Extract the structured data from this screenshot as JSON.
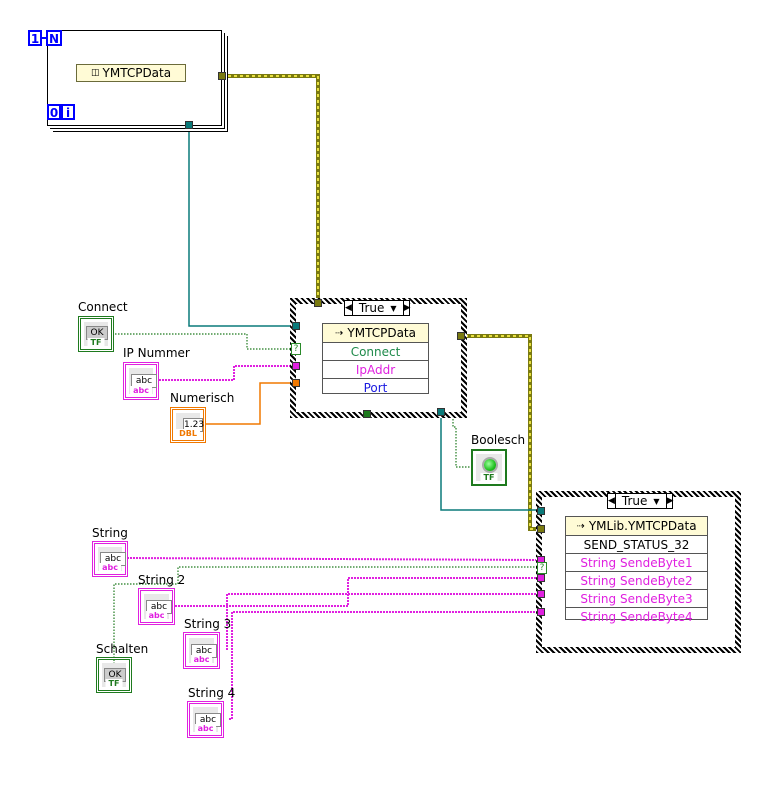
{
  "for_loop": {
    "count_constant": "1",
    "count_terminal": "N",
    "iteration_value": "0",
    "iteration_terminal": "i",
    "cluster_constant_label": "YMTCPData"
  },
  "case_structure_1": {
    "selector_value": "True",
    "unbundle": {
      "header": "YMTCPData",
      "fields": [
        {
          "name": "Connect",
          "color": "#1e8a4a"
        },
        {
          "name": "IpAddr",
          "color": "#e020e0"
        },
        {
          "name": "Port",
          "color": "#1a1ae0"
        }
      ]
    }
  },
  "case_structure_2": {
    "selector_value": "True",
    "unbundle": {
      "header": "YMLib.YMTCPData",
      "fields": [
        {
          "name": "SEND_STATUS_32",
          "color": "#000000"
        },
        {
          "name": "String SendeByte1",
          "color": "#e020e0"
        },
        {
          "name": "String SendeByte2",
          "color": "#e020e0"
        },
        {
          "name": "String SendeByte3",
          "color": "#e020e0"
        },
        {
          "name": "String SendeByte4",
          "color": "#e020e0"
        }
      ]
    }
  },
  "controls": {
    "connect": {
      "label": "Connect",
      "face": "OK",
      "type": "TF"
    },
    "ip_nummer": {
      "label": "IP Nummer",
      "face": "abc",
      "type": "abc"
    },
    "numerisch": {
      "label": "Numerisch",
      "face": "1.23",
      "type": "DBL"
    },
    "boolesch": {
      "label": "Boolesch",
      "type": "TF"
    },
    "string": {
      "label": "String",
      "face": "abc",
      "type": "abc"
    },
    "string2": {
      "label": "String 2",
      "face": "abc",
      "type": "abc"
    },
    "string3": {
      "label": "String 3",
      "face": "abc",
      "type": "abc"
    },
    "string4": {
      "label": "String 4",
      "face": "abc",
      "type": "abc"
    },
    "schalten": {
      "label": "Schalten",
      "face": "OK",
      "type": "TF"
    }
  },
  "colors": {
    "boolean": "#1e7a1e",
    "string": "#e020e0",
    "numeric": "#f07800",
    "cluster": "#7a7a10",
    "reference": "#0a7a7a",
    "iteration": "#0000ff"
  }
}
